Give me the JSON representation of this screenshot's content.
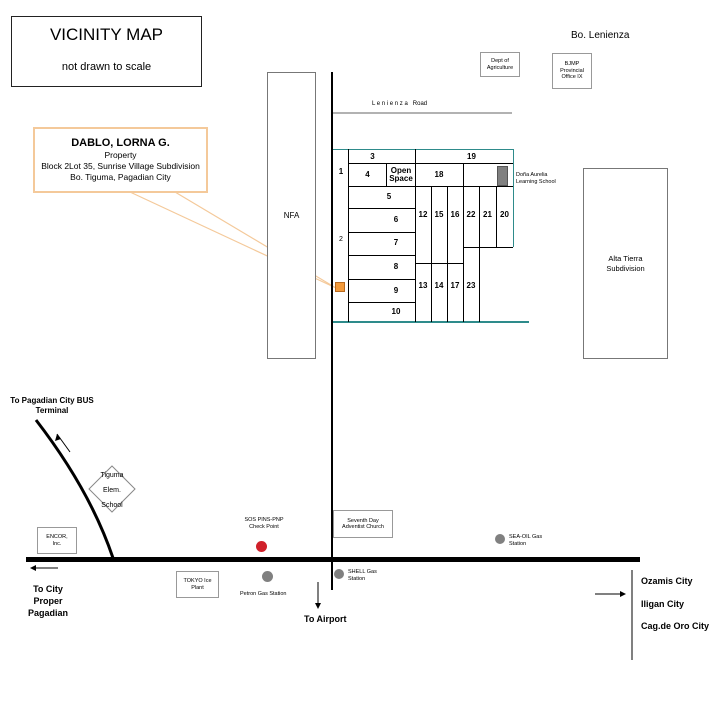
{
  "title_box": {
    "title": "VICINITY MAP",
    "subtitle": "not drawn to scale"
  },
  "callout": {
    "owner": "DABLO, LORNA G.",
    "line2": "Property",
    "line3": "Block 2Lot 35, Sunrise Village Subdivision",
    "line4": "Bo. Tiguma, Pagadian City"
  },
  "places": {
    "bo_lenienza": "Bo. Lenienza",
    "dept_agri": "Dept of Agriculture",
    "bjmp": "BJMP Provincial Office IX",
    "lenienza_road": "L e n i e n z a   Road",
    "nfa": "NFA",
    "dona_aurelia": "Doña Aurelia Learning School",
    "alta_tierra": "Alta Tierra Subdivision",
    "to_bus_terminal": "To Pagadian City BUS Terminal",
    "tiguma_school": "Tiguma Elem. School",
    "encor": "ENCOR, Inc.",
    "checkpoint": "SOS PINS-PNP Check Point",
    "sda": "Seventh Day Adventist Church",
    "seaoil": "SEA-OIL Gas Station",
    "tokyo": "TOKYO Ice Plant",
    "petron": "Petron Gas Station",
    "shell": "SHELL Gas Station",
    "to_city_proper": "To City Proper Pagadian",
    "to_airport": "To Airport",
    "ozamis": "Ozamis City",
    "iligan": "Iligan City",
    "cagayan": "Cag.de Oro City"
  },
  "lots": {
    "l1": "1",
    "l2": "2",
    "l3": "3",
    "l4": "4",
    "open": "Open Space",
    "l5": "5",
    "l6": "6",
    "l7": "7",
    "l8": "8",
    "l9": "9",
    "l10": "10",
    "l12": "12",
    "l13": "13",
    "l14": "14",
    "l15": "15",
    "l16": "16",
    "l17": "17",
    "l18": "18",
    "l19": "19",
    "l20": "20",
    "l21": "21",
    "l22": "22",
    "l23": "23"
  },
  "colors": {
    "callout_border": "#f4c99a",
    "property_marker": "#f39a3a",
    "checkpoint": "#d0202a",
    "gas_station": "#808080",
    "subdivision_edge": "#2e8b8b"
  }
}
